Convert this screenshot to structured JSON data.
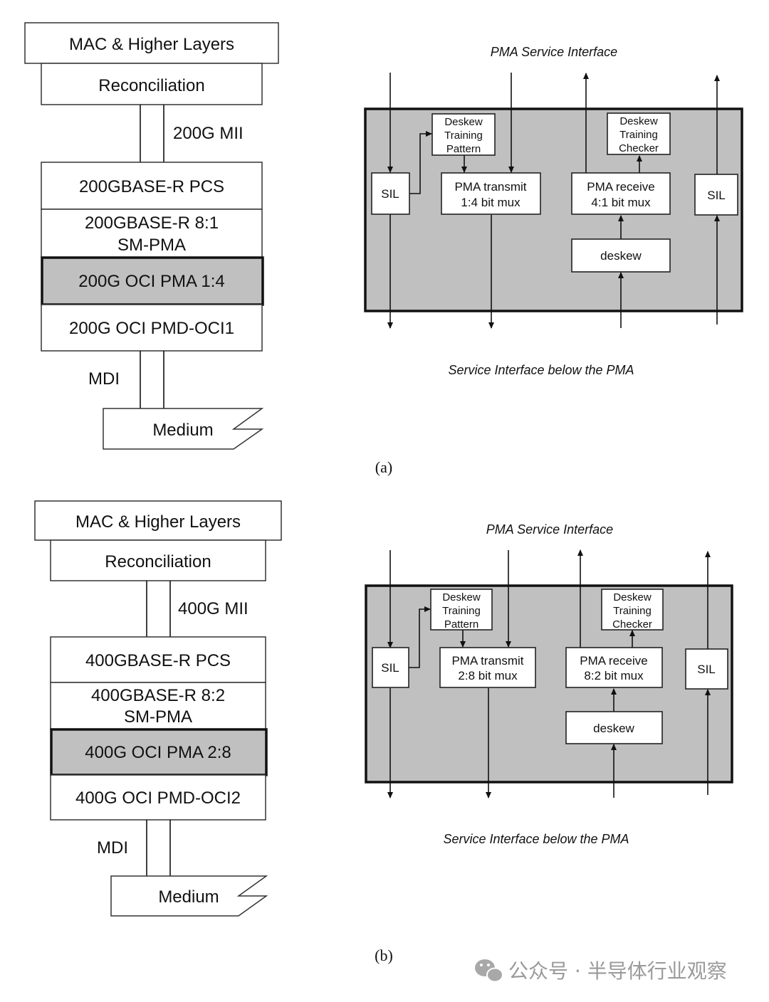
{
  "figure_a": {
    "stack": {
      "mac": "MAC & Higher Layers",
      "reconciliation": "Reconciliation",
      "mii": "200G MII",
      "pcs": "200GBASE-R PCS",
      "smpma_line1": "200GBASE-R 8:1",
      "smpma_line2": "SM-PMA",
      "oci_pma": "200G OCI PMA 1:4",
      "pmd": "200G OCI PMD-OCI1",
      "mdi": "MDI",
      "medium": "Medium"
    },
    "pma": {
      "top_label": "PMA Service Interface",
      "bottom_label": "Service Interface below the PMA",
      "sil_left": "SIL",
      "sil_right": "SIL",
      "pattern_l1": "Deskew",
      "pattern_l2": "Training",
      "pattern_l3": "Pattern",
      "checker_l1": "Deskew",
      "checker_l2": "Training",
      "checker_l3": "Checker",
      "tx_l1": "PMA transmit",
      "tx_l2": "1:4 bit mux",
      "rx_l1": "PMA receive",
      "rx_l2": "4:1 bit mux",
      "deskew": "deskew"
    },
    "caption": "(a)"
  },
  "figure_b": {
    "stack": {
      "mac": "MAC & Higher Layers",
      "reconciliation": "Reconciliation",
      "mii": "400G MII",
      "pcs": "400GBASE-R PCS",
      "smpma_line1": "400GBASE-R 8:2",
      "smpma_line2": "SM-PMA",
      "oci_pma": "400G OCI PMA 2:8",
      "pmd": "400G OCI PMD-OCI2",
      "mdi": "MDI",
      "medium": "Medium"
    },
    "pma": {
      "top_label": "PMA Service Interface",
      "bottom_label": "Service Interface below the PMA",
      "sil_left": "SIL",
      "sil_right": "SIL",
      "pattern_l1": "Deskew",
      "pattern_l2": "Training",
      "pattern_l3": "Pattern",
      "checker_l1": "Deskew",
      "checker_l2": "Training",
      "checker_l3": "Checker",
      "tx_l1": "PMA transmit",
      "tx_l2": "2:8 bit mux",
      "rx_l1": "PMA receive",
      "rx_l2": "8:2 bit mux",
      "deskew": "deskew"
    },
    "caption": "(b)"
  },
  "watermark": {
    "icon": "wechat-icon",
    "text": "公众号 · 半导体行业观察"
  }
}
